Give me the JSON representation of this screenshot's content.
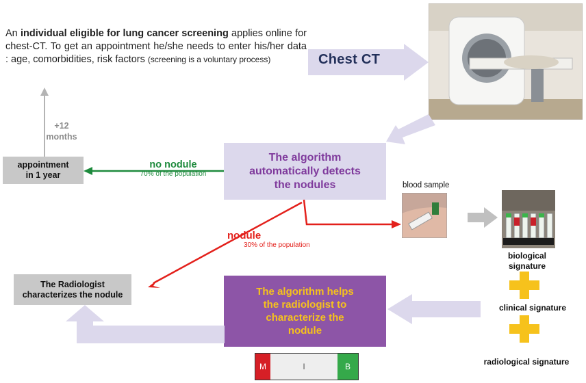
{
  "intro": {
    "pre": "An ",
    "bold": "individual eligible for lung cancer screening",
    "rest": " applies online for chest-CT. To get an appointment he/she needs to enter his/her data : age, comorbidities, risk factors ",
    "small": "(screening is a voluntary process)"
  },
  "chest_ct": "Chest CT",
  "followup": {
    "line1": "+12",
    "line2": "months"
  },
  "appointment": {
    "line1": "appointment",
    "line2": "in 1 year"
  },
  "algo_detect": {
    "line1": "The algorithm",
    "line2": "automatically detects",
    "line3": "the nodules"
  },
  "no_nodule": {
    "label": "no nodule",
    "pct": "70% of the population"
  },
  "nodule": {
    "label": "nodule",
    "pct": "30% of the population"
  },
  "blood_sample": "blood sample",
  "radiologist": {
    "line1": "The Radiologist",
    "line2": "characterizes the nodule"
  },
  "algo_help": {
    "line1": "The algorithm helps",
    "line2": "the radiologist to",
    "line3": "characterize the",
    "line4": "nodule"
  },
  "signatures": {
    "bio_line1": "biological",
    "bio_line2": "signature",
    "clinical": "clinical signature",
    "radiological": "radiological signature"
  },
  "scale": {
    "m": "M",
    "i": "I",
    "b": "B"
  },
  "colors": {
    "purple_light": "#dcd8ec",
    "purple_dark": "#8d55a7",
    "green": "#1d8a3c",
    "red": "#e3201b",
    "yellow": "#f6c21c",
    "gray": "#c8c8c8",
    "navy": "#23305a"
  }
}
